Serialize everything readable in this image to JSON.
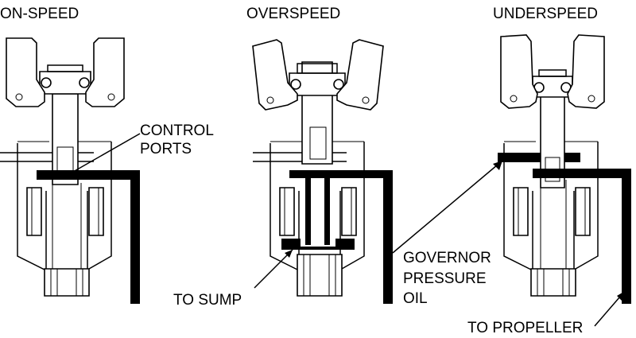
{
  "headings": {
    "on_speed": "ON-SPEED",
    "overspeed": "OVERSPEED",
    "underspeed": "UNDERSPEED"
  },
  "callouts": {
    "control_ports_1": "CONTROL",
    "control_ports_2": "PORTS",
    "to_sump": "TO SUMP",
    "governor_1": "GOVERNOR",
    "governor_2": "PRESSURE",
    "governor_3": "OIL",
    "to_propeller": "TO PROPELLER"
  }
}
